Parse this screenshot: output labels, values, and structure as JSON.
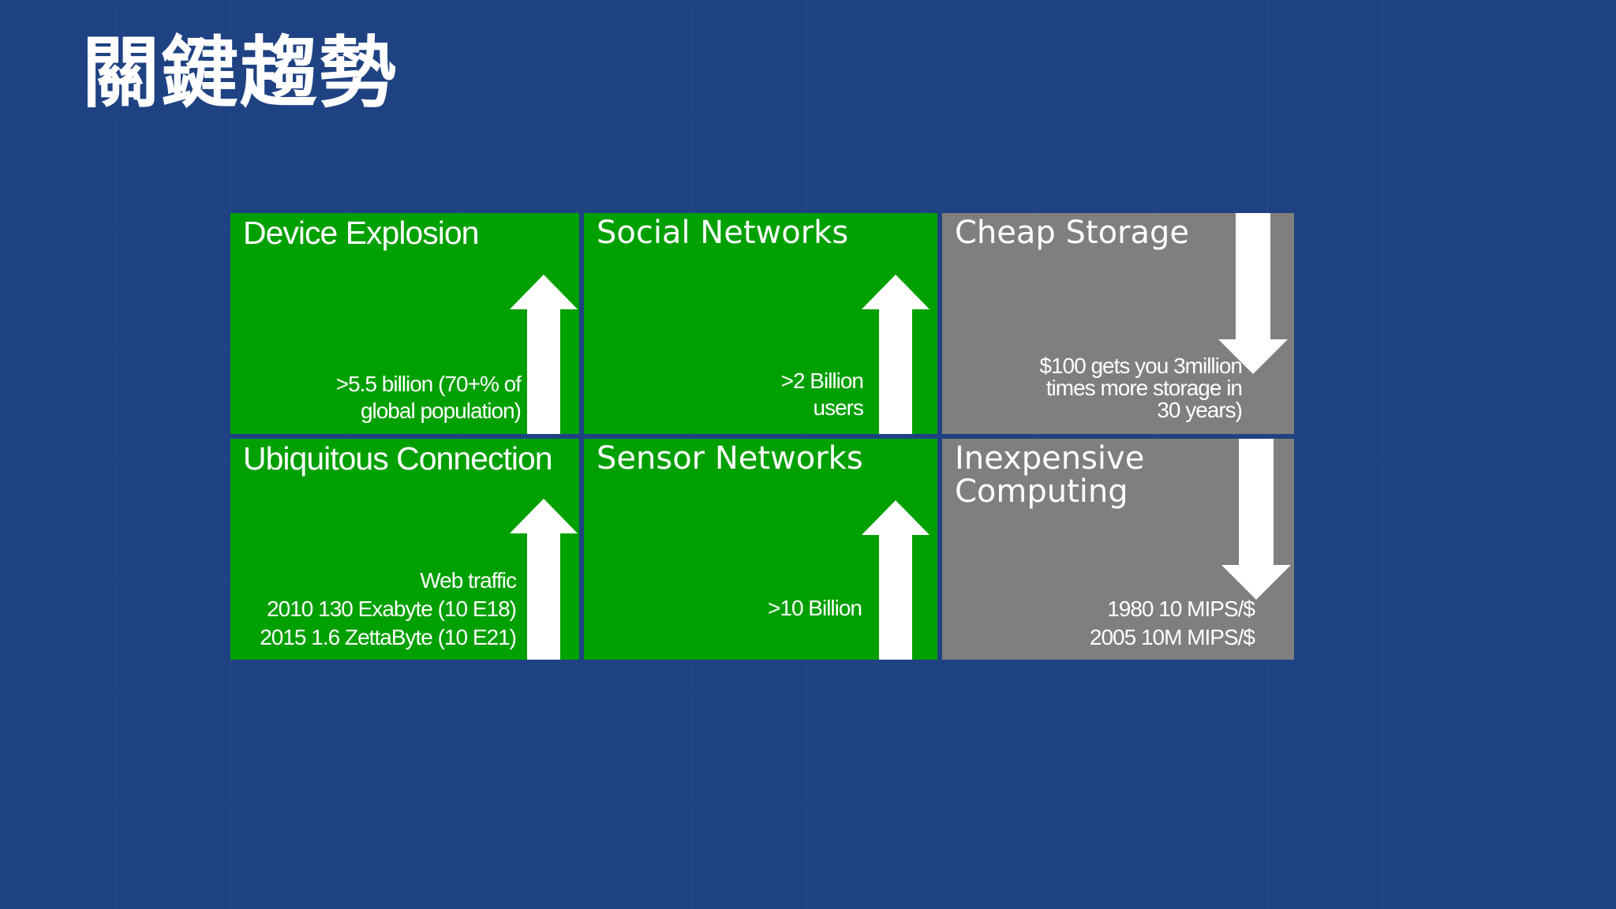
{
  "slide": {
    "title": "關鍵趨勢"
  },
  "colors": {
    "background": "#1f4282",
    "growth_tile": "#00a000",
    "decline_tile": "#7f7f7f",
    "arrow": "#ffffff"
  },
  "tiles": [
    {
      "heading": "Device  Explosion",
      "details": [
        ">5.5 billion (70+%  of",
        "global population)"
      ],
      "trend_icon": "up-arrow-icon"
    },
    {
      "heading": "Social Networks",
      "details": [
        ">2 Billion",
        "users"
      ],
      "trend_icon": "up-arrow-icon"
    },
    {
      "heading": "Cheap Storage",
      "details": [
        "$100 gets you 3million",
        "times more storage in",
        "30 years)"
      ],
      "trend_icon": "down-arrow-icon"
    },
    {
      "heading": "Ubiquitous Connection",
      "details": [
        "Web traffic",
        "2010 130 Exabyte (10 E18)",
        "2015 1.6 ZettaByte (10 E21)"
      ],
      "trend_icon": "up-arrow-icon"
    },
    {
      "heading": "Sensor Networks",
      "details": [
        ">10 Billion"
      ],
      "trend_icon": "up-arrow-icon"
    },
    {
      "heading": "Inexpensive Computing",
      "details": [
        "1980 10 MIPS/$",
        "2005 10M MIPS/$"
      ],
      "trend_icon": "down-arrow-icon"
    }
  ]
}
